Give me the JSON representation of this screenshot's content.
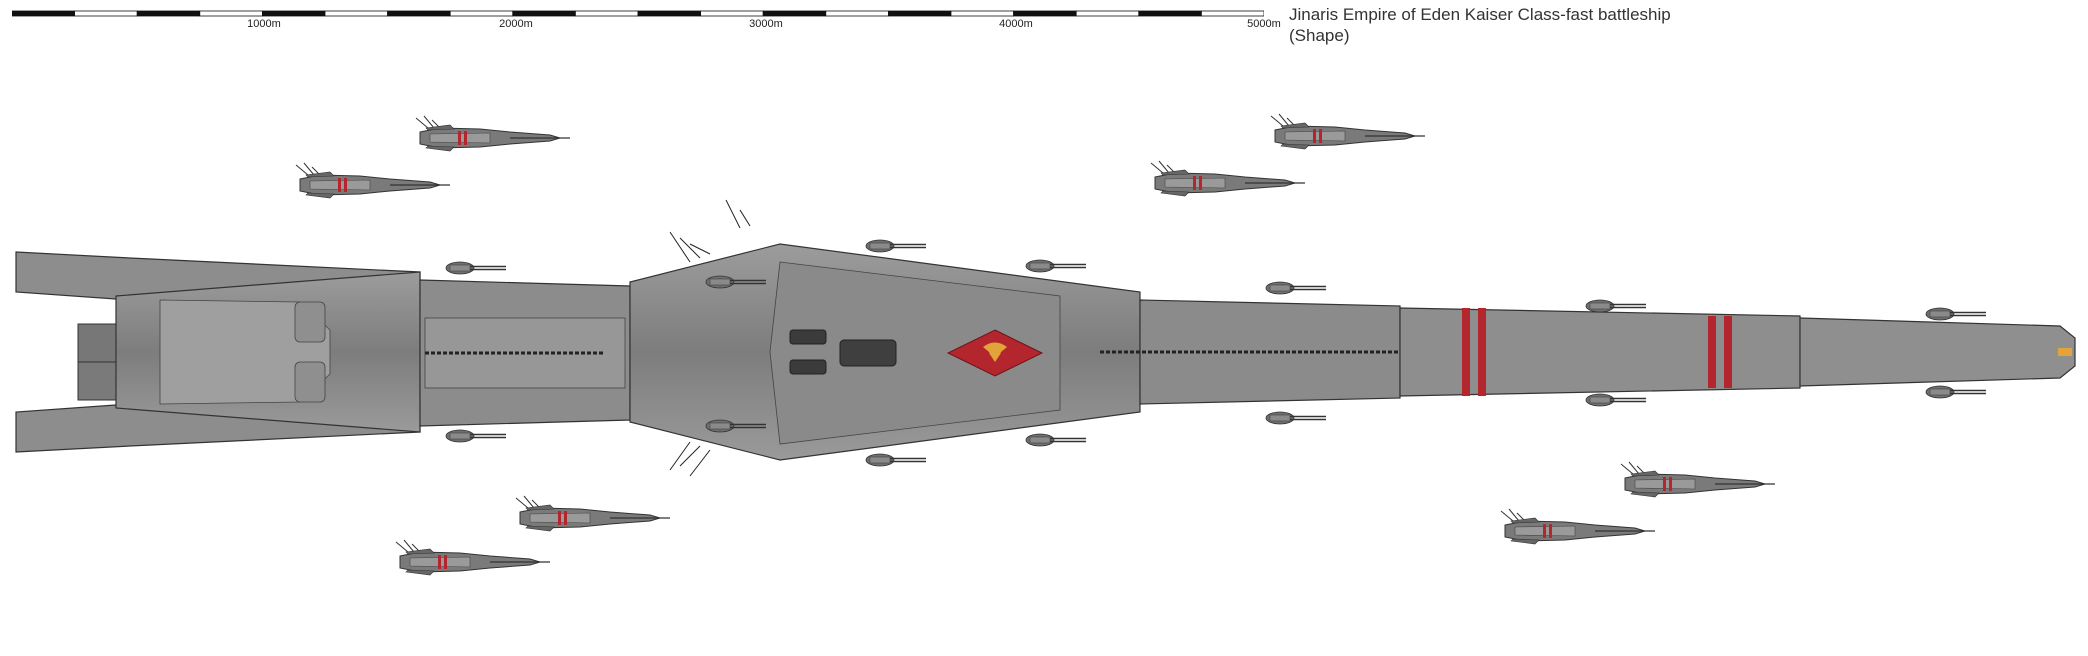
{
  "scale": {
    "labels": [
      "1000m",
      "2000m",
      "3000m",
      "4000m",
      "5000m"
    ],
    "segments": 20,
    "colors": {
      "dark": "#111111",
      "light": "#ffffff"
    }
  },
  "title": {
    "line1": "Jinaris Empire of Eden  Kaiser Class-fast battleship",
    "line2": "(Shape)"
  },
  "colors": {
    "hull": "#8a8a8a",
    "hull_dark": "#5e5e5e",
    "hull_light": "#a9a9a9",
    "accent_red": "#b3262d",
    "emblem_gold": "#e2a43a"
  },
  "icons": {
    "emblem": "phoenix-emblem-icon"
  }
}
